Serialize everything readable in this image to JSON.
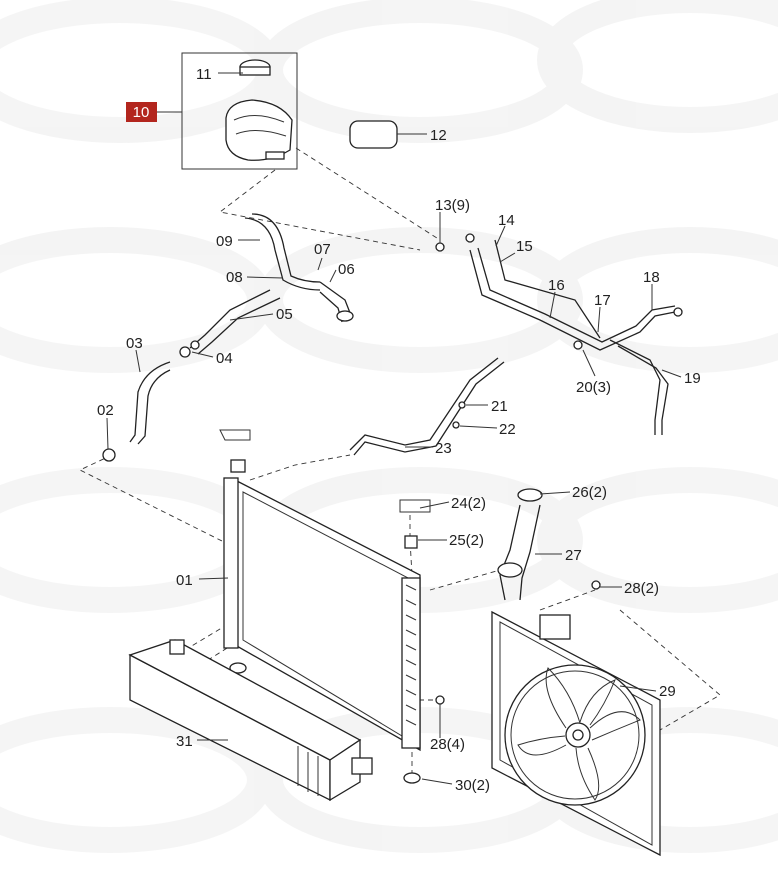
{
  "diagram": {
    "highlight_color": "#b3261e",
    "callouts": {
      "c01": "01",
      "c02": "02",
      "c03": "03",
      "c04": "04",
      "c05": "05",
      "c06": "06",
      "c07": "07",
      "c08": "08",
      "c09": "09",
      "c10": "10",
      "c11": "11",
      "c12": "12",
      "c13": "13(9)",
      "c14": "14",
      "c15": "15",
      "c16": "16",
      "c17": "17",
      "c18": "18",
      "c19": "19",
      "c20": "20(3)",
      "c21": "21",
      "c22": "22",
      "c23": "23",
      "c24": "24(2)",
      "c25": "25(2)",
      "c26": "26(2)",
      "c27": "27",
      "c28a": "28(2)",
      "c28b": "28(4)",
      "c29": "29",
      "c30": "30(2)",
      "c31": "31"
    }
  }
}
